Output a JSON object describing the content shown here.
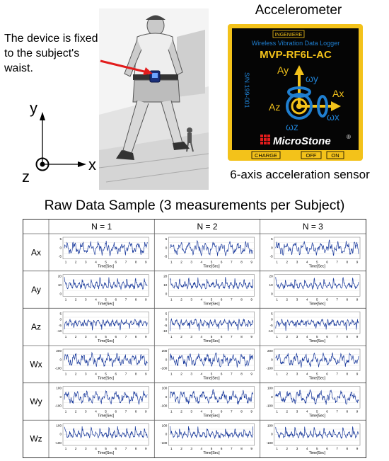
{
  "caption": {
    "device": "The device is fixed to the subject's waist."
  },
  "axes": {
    "x": "x",
    "y": "y",
    "z": "z"
  },
  "accelerometer": {
    "title": "Accelerometer",
    "badge": "INGENIERE",
    "subtitle": "Wireless Vibration Data Logger",
    "model": "MVP-RF6L-AC",
    "serial": "S/N.199-001",
    "brand": "MicroStone",
    "brand_mark": "®",
    "labels": {
      "ay": "Ay",
      "ax": "Ax",
      "az": "Az",
      "wy": "ωy",
      "wx": "ωx",
      "wz": "ωz"
    },
    "buttons": [
      "CHARGE",
      "OFF",
      "ON"
    ],
    "caption": "6-axis acceleration sensor"
  },
  "raw": {
    "title": "Raw Data Sample (3 measurements per Subject)",
    "columns": [
      "N = 1",
      "N = 2",
      "N = 3"
    ],
    "rows": [
      {
        "label": "Ax",
        "yticks": [
          "5",
          "0",
          "-5"
        ]
      },
      {
        "label": "Ay",
        "yticks": [
          "20",
          "10",
          "0"
        ]
      },
      {
        "label": "Az",
        "yticks": [
          "5",
          "0",
          "-5",
          "-10"
        ]
      },
      {
        "label": "Wx",
        "yticks": [
          "200",
          "0",
          "-100"
        ]
      },
      {
        "label": "Wy",
        "yticks": [
          "100",
          "0",
          "-100"
        ]
      },
      {
        "label": "Wz",
        "yticks": [
          "100",
          "0",
          "-100"
        ]
      }
    ],
    "xticks": [
      "1",
      "2",
      "3",
      "4",
      "5",
      "6",
      "7",
      "8",
      "9"
    ],
    "xlabel": "Time[Sec]"
  },
  "colors": {
    "signal": "#1a3a9c",
    "sensor_yellow": "#f3c21a",
    "sensor_blue": "#1f7fd0",
    "pointer": "#e21c1c"
  }
}
